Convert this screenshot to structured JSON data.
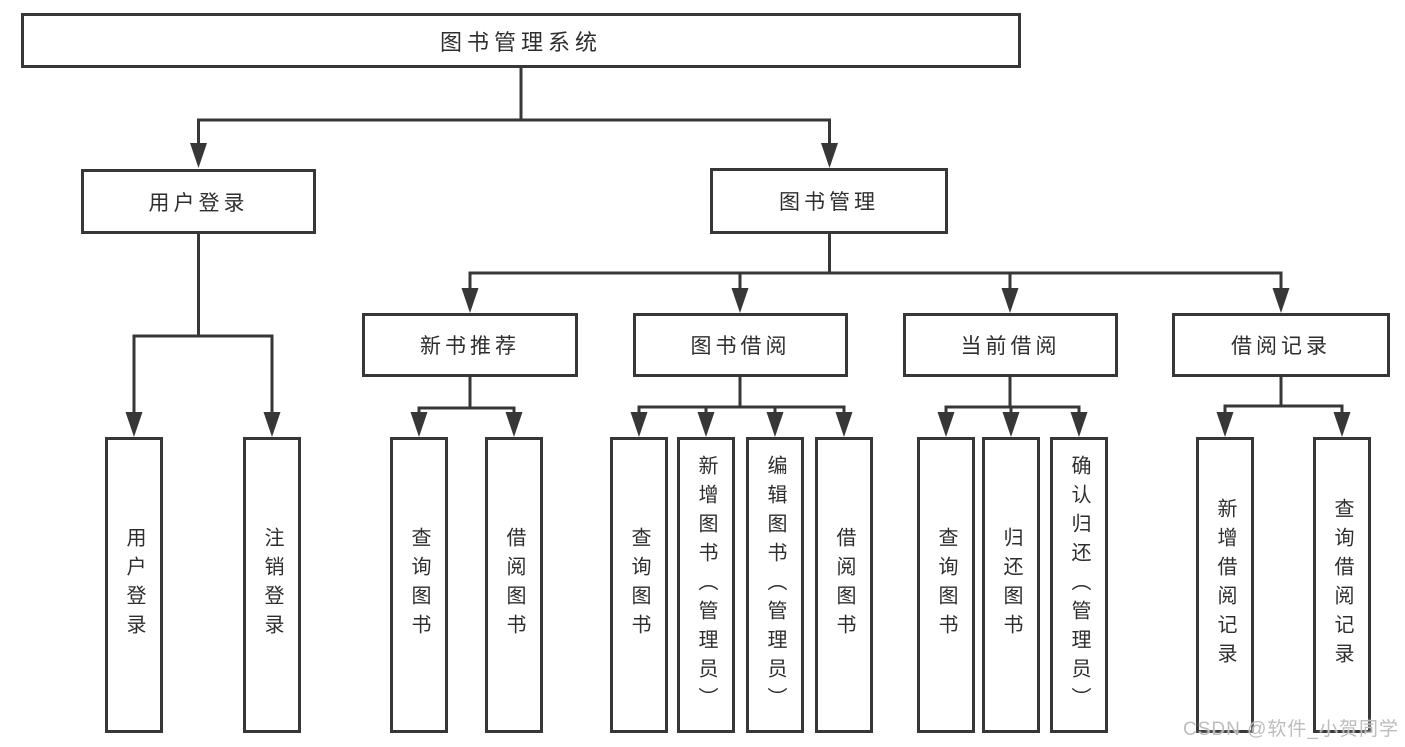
{
  "tree": {
    "label": "图书管理系统",
    "children": [
      {
        "label": "用户登录",
        "children": [
          {
            "label": "用户登录"
          },
          {
            "label": "注销登录"
          }
        ]
      },
      {
        "label": "图书管理",
        "children": [
          {
            "label": "新书推荐",
            "children": [
              {
                "label": "查询图书"
              },
              {
                "label": "借阅图书"
              }
            ]
          },
          {
            "label": "图书借阅",
            "children": [
              {
                "label": "查询图书"
              },
              {
                "label": "新增图书（管理员）"
              },
              {
                "label": "编辑图书（管理员）"
              },
              {
                "label": "借阅图书"
              }
            ]
          },
          {
            "label": "当前借阅",
            "children": [
              {
                "label": "查询图书"
              },
              {
                "label": "归还图书"
              },
              {
                "label": "确认归还（管理员）"
              }
            ]
          },
          {
            "label": "借阅记录",
            "children": [
              {
                "label": "新增借阅记录"
              },
              {
                "label": "查询借阅记录"
              }
            ]
          }
        ]
      }
    ]
  },
  "watermark": "CSDN @软件_小贺同学",
  "colors": {
    "line": "#373737",
    "box_border": "#373737",
    "text": "#2e2e2e",
    "background": "#ffffff",
    "watermark": "#bdbdbd"
  }
}
